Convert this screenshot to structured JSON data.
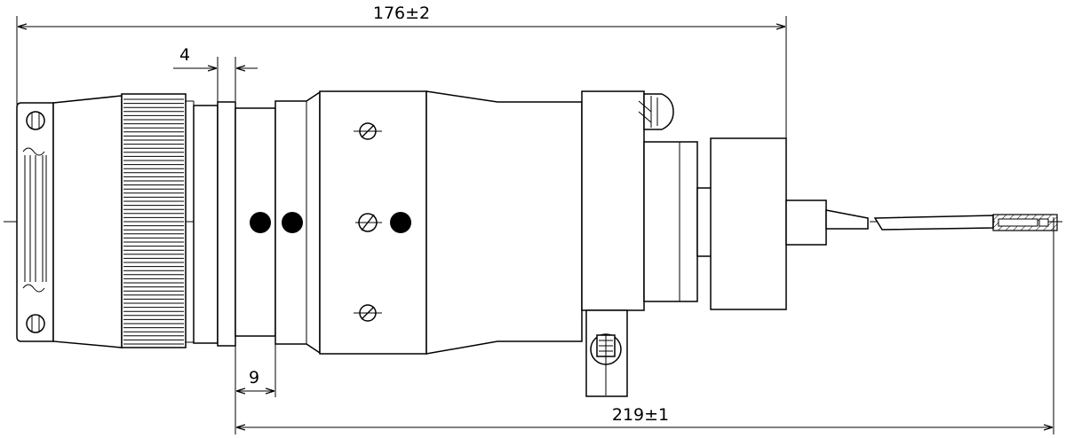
{
  "dimensions": {
    "overall_length": "176±2",
    "step_width": "4",
    "ring_width": "9",
    "total_length_with_cable": "219±1"
  }
}
